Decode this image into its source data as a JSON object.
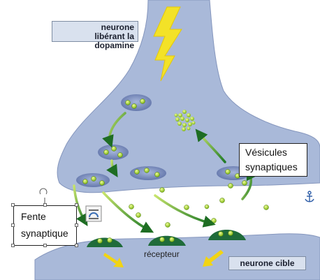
{
  "labels": {
    "neuron_source": "neurone\nlibérant la dopamine",
    "vesicles": "Vésicules\nsynaptiques",
    "cleft": "Fente\nsynaptique",
    "receptor": "récepteur",
    "target_neuron": "neurone cible"
  },
  "icons": {
    "lightning": "lightning-bolt-icon",
    "anchor": "anchor-icon",
    "rotate": "rotate-handle-icon",
    "layout": "layout-options-icon"
  },
  "colors": {
    "neuron": "#a9b9d9",
    "neuron_edge": "#8596bd",
    "vesicle": "#7284b3",
    "dopamine": "#a8d21e",
    "arrow": "#2f8a2f",
    "receptor": "#1f6b3a",
    "lightning": "#f3e227",
    "yellow_arrow": "#f2d413"
  }
}
